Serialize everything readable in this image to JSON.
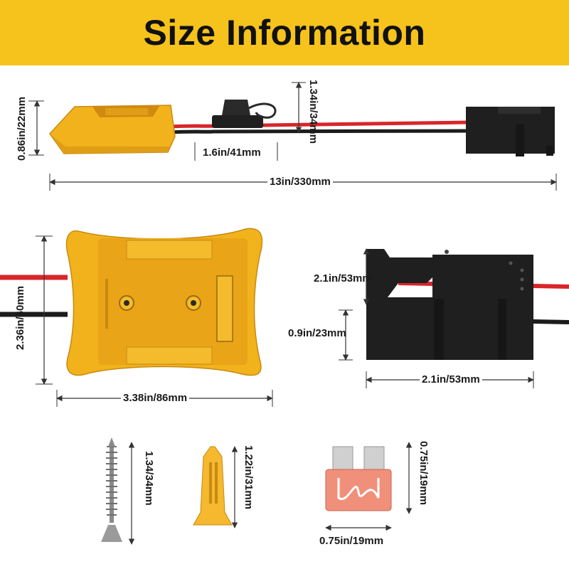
{
  "title": "Size Information",
  "colors": {
    "banner": "#f6c21c",
    "adapter_yellow": "#f2b21c",
    "adapter_dark": "#d18a10",
    "wire_red": "#d8262a",
    "wire_black": "#1c1c1c",
    "housing_black": "#1f1f1f",
    "fuse_pink": "#f0907a",
    "anchor_yellow": "#f5b82e"
  },
  "dimensions": {
    "adapter_height": "0.86in/22mm",
    "fuse_holder_height": "1.34in/34mm",
    "fuse_holder_length": "1.6in/41mm",
    "total_length": "13in/330mm",
    "adapter_length": "2.36in/60mm",
    "adapter_width": "3.38in/86mm",
    "terminal_top_height": "2.1in/53mm",
    "terminal_base_height": "0.9in/23mm",
    "terminal_width": "2.1in/53mm",
    "screw_length": "1.34/34mm",
    "anchor_length": "1.22in/31mm",
    "fuse_height": "0.75in/19mm",
    "fuse_width": "0.75in/19mm"
  }
}
